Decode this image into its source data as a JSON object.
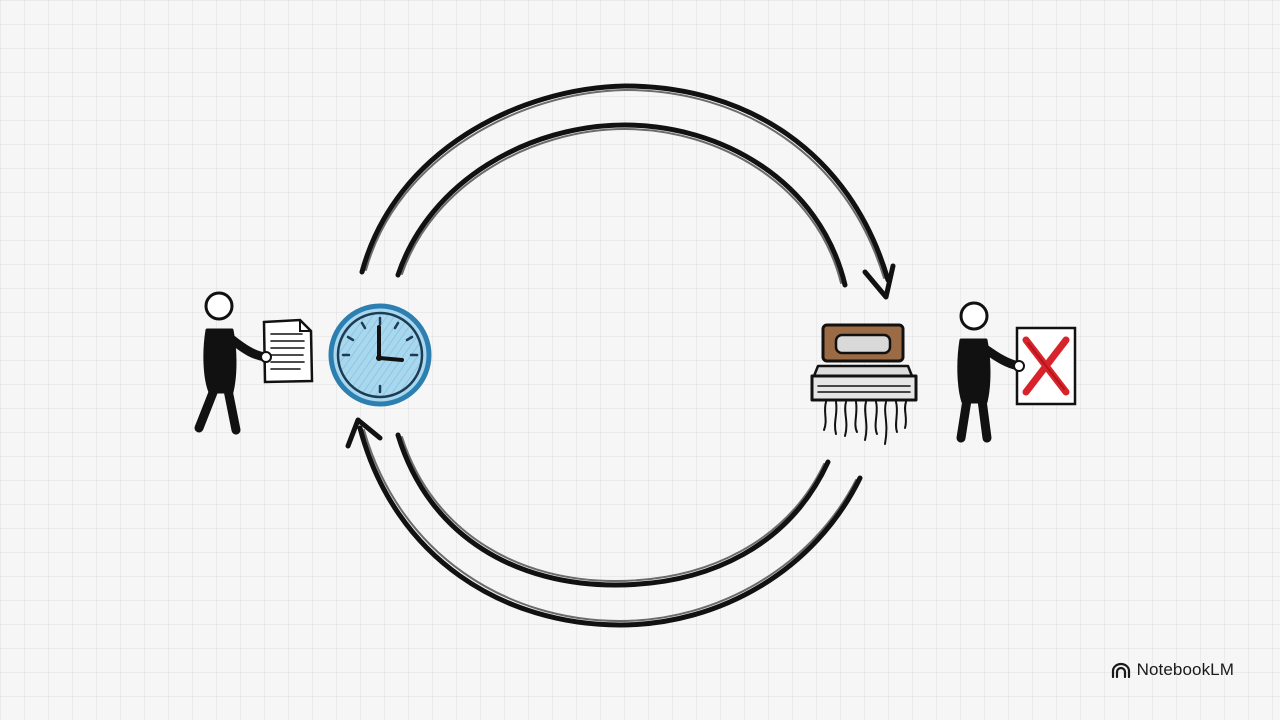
{
  "diagram": {
    "left_actor": {
      "figure_icon": "person-icon",
      "item_icon": "document-icon"
    },
    "timer_icon": "clock-icon",
    "right_actor": {
      "machine_icon": "shredder-icon",
      "figure_icon": "person-icon",
      "item_icon": "rejected-document-icon"
    },
    "cycle_arrows": [
      "top-arrow-to-shredder",
      "bottom-arrow-to-clock"
    ],
    "colors": {
      "ink": "#111111",
      "clock_face": "#a9d8ee",
      "clock_rim": "#2c7fb0",
      "reject_mark": "#d8232a",
      "shredder_cartridge": "#9a6b45"
    }
  },
  "branding": {
    "logo_icon": "notebooklm-logo-icon",
    "label": "NotebookLM"
  }
}
